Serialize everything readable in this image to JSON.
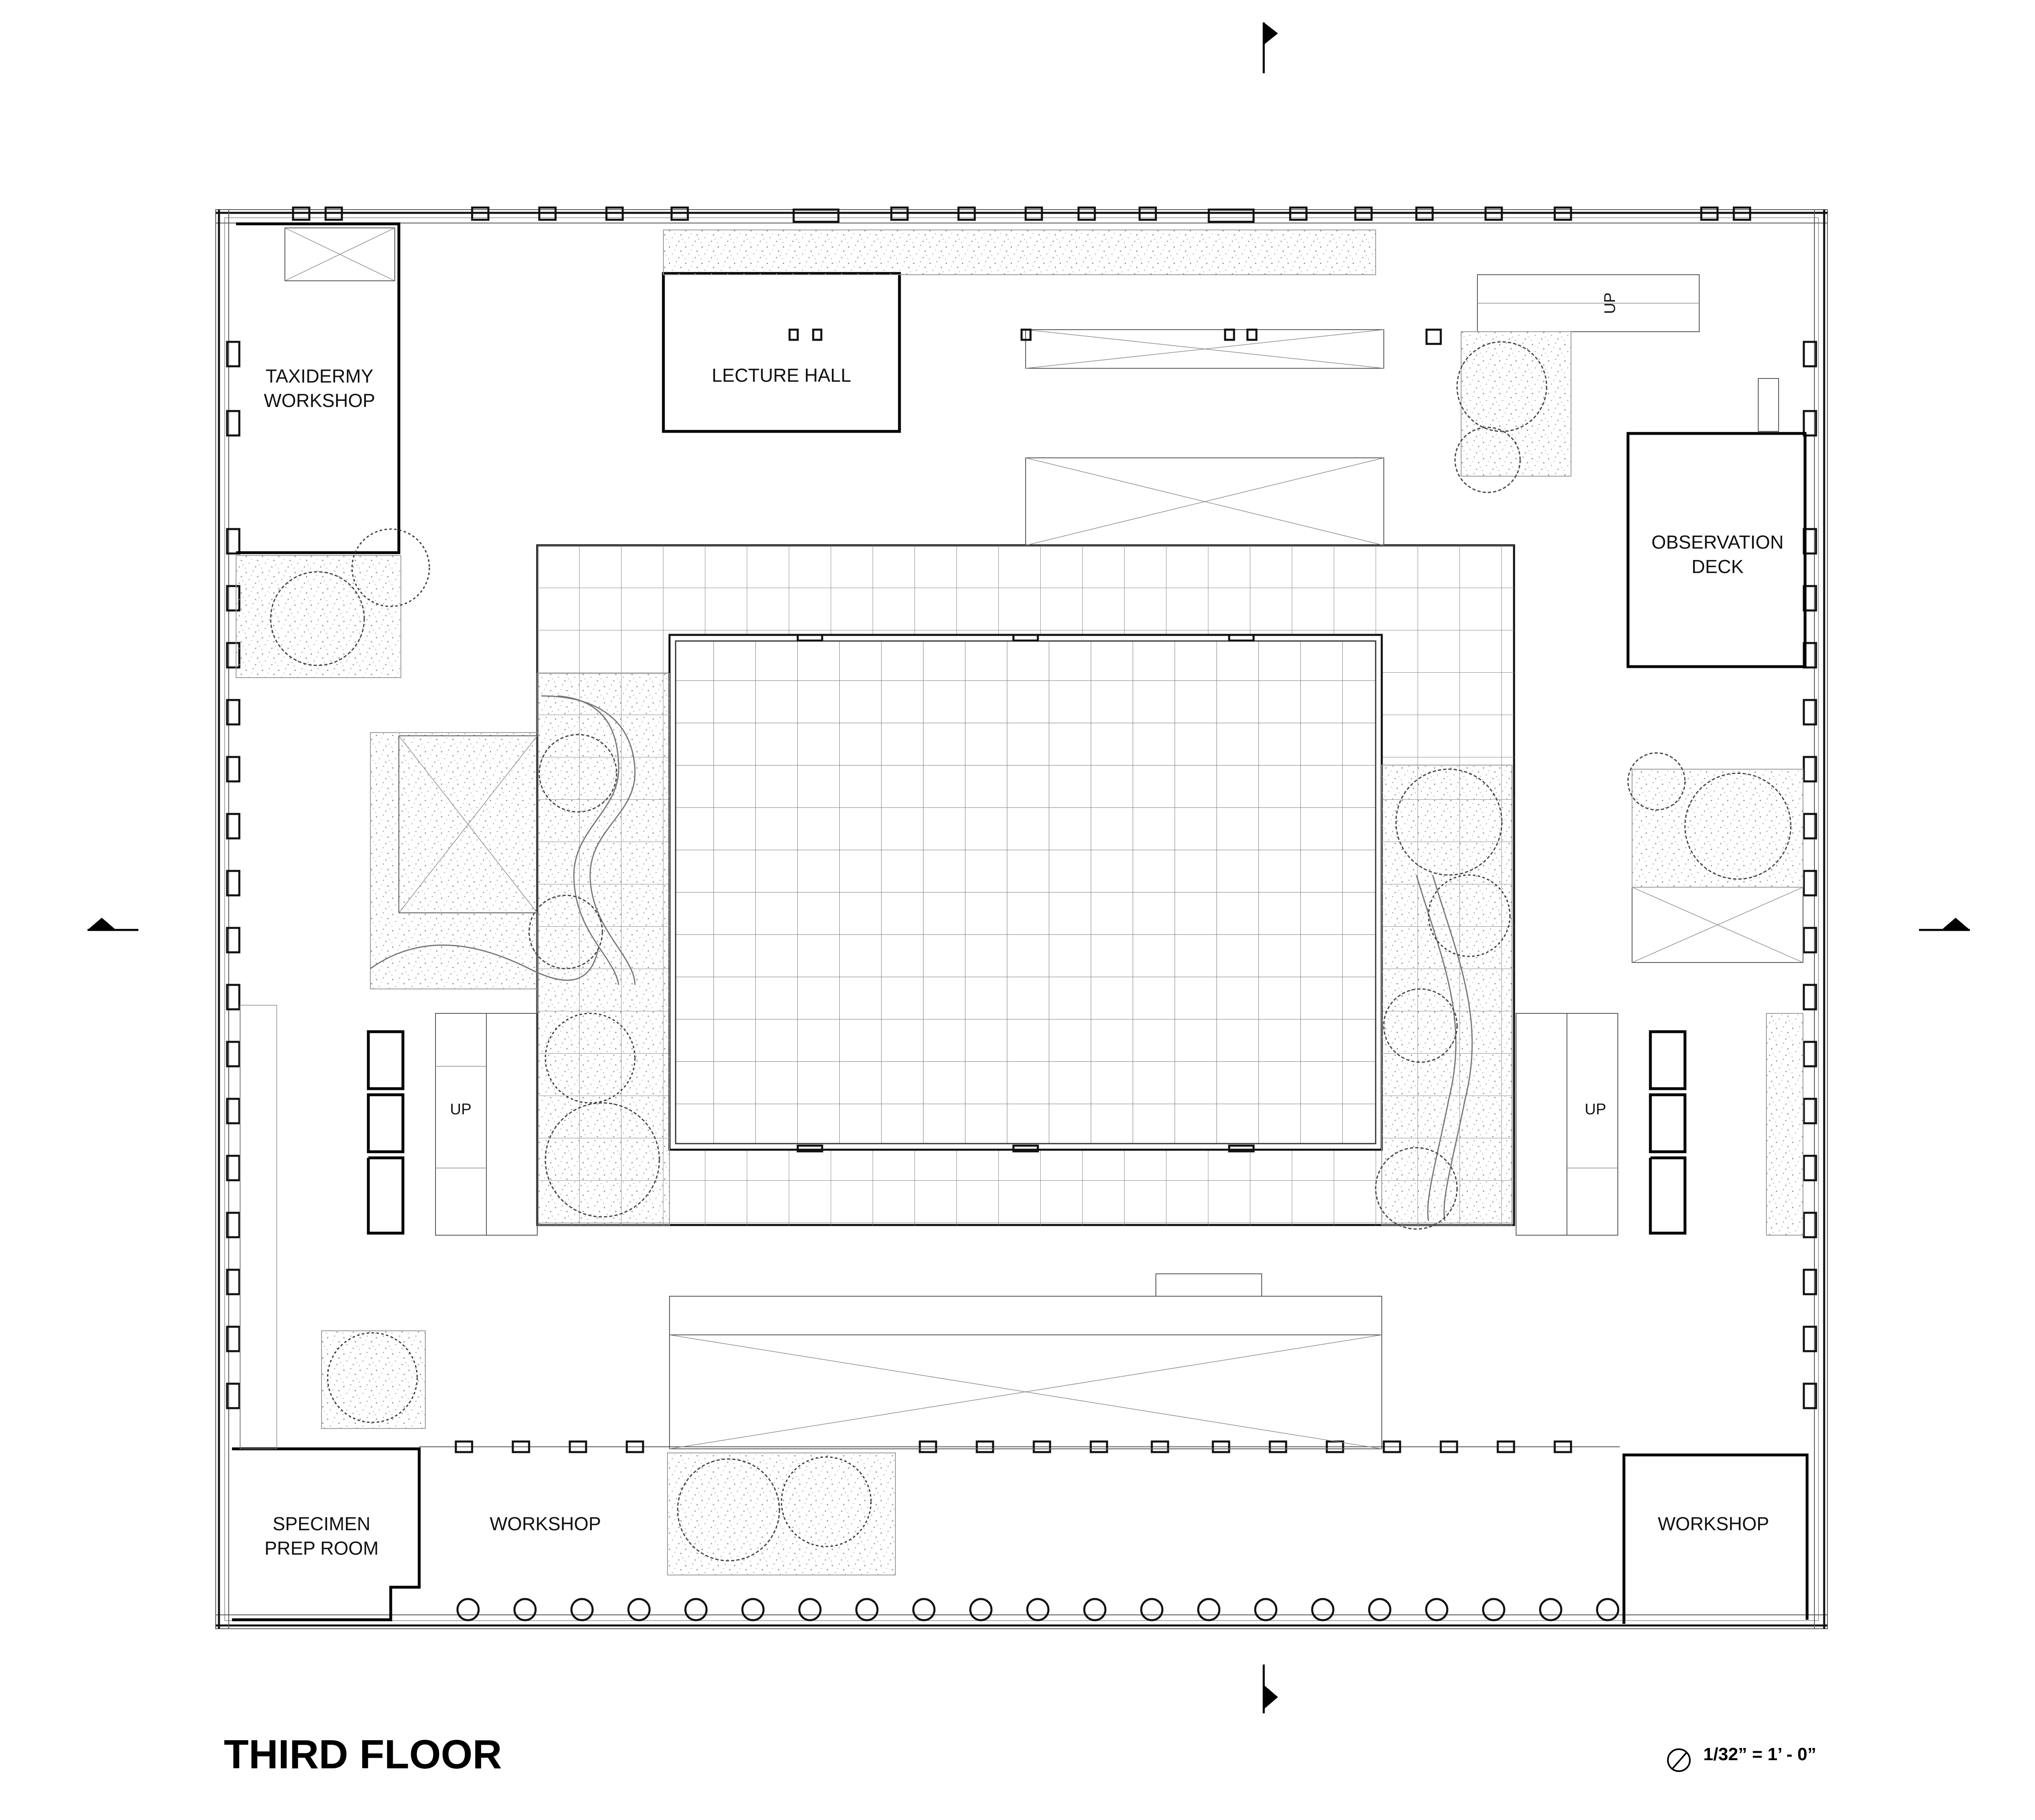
{
  "title": "THIRD FLOOR",
  "scale": "1/32” = 1’ - 0”",
  "rooms": {
    "taxidermy_workshop": [
      "TAXIDERMY",
      "WORKSHOP"
    ],
    "lecture_hall": "LECTURE HALL",
    "observation_deck": [
      "OBSERVATION",
      "DECK"
    ],
    "specimen_prep_room": [
      "SPECIMEN",
      "PREP ROOM"
    ],
    "workshop_center": "WORKSHOP",
    "workshop_right": "WORKSHOP"
  },
  "stairs": {
    "north_east": "UP",
    "west": "UP",
    "east": "UP"
  },
  "colors": {
    "line": "#111111",
    "background": "#ffffff"
  }
}
